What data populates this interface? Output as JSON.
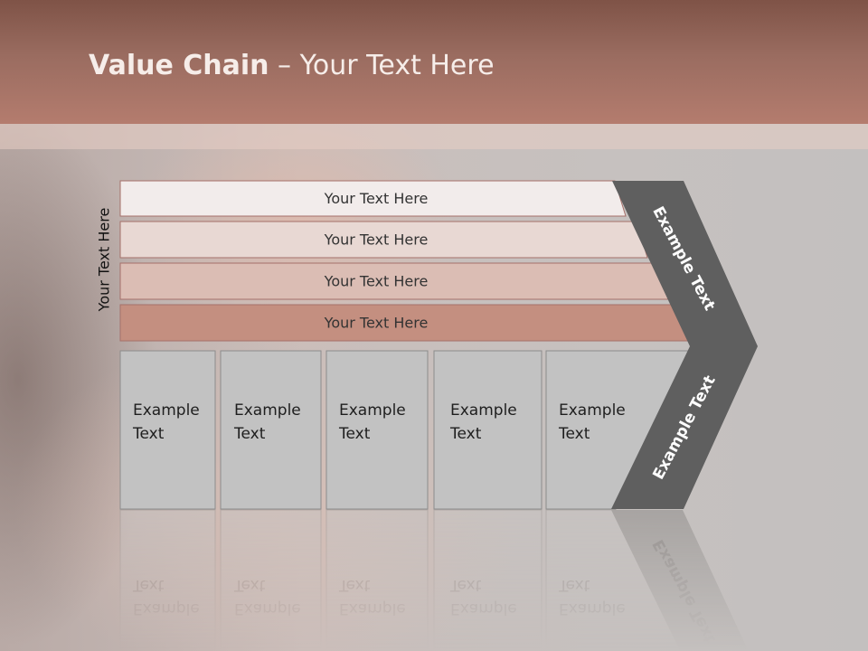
{
  "slide": {
    "title_bold": "Value Chain",
    "title_rest": " – Your Text Here",
    "side_label": "Your Text Here"
  },
  "bars": [
    {
      "label": "Your Text Here",
      "color": "#f2eceb"
    },
    {
      "label": "Your Text Here",
      "color": "#e8d8d3"
    },
    {
      "label": "Your Text Here",
      "color": "#dbbdb4"
    },
    {
      "label": "Your Text Here",
      "color": "#c48f80"
    }
  ],
  "boxes": [
    {
      "line1": "Example",
      "line2": "Text"
    },
    {
      "line1": "Example",
      "line2": "Text"
    },
    {
      "line1": "Example",
      "line2": "Text"
    },
    {
      "line1": "Example",
      "line2": "Text"
    },
    {
      "line1": "Example",
      "line2": "Text"
    }
  ],
  "chevron": {
    "upper_label": "Example Text",
    "lower_label": "Example Text",
    "color": "#5f5f5f"
  }
}
